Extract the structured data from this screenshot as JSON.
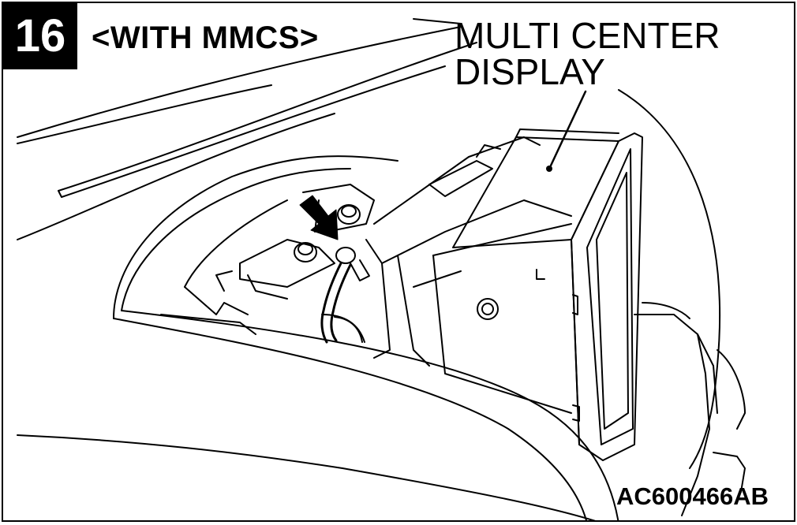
{
  "figure": {
    "step_number": "16",
    "variant": "<WITH MMCS>",
    "callout": {
      "line1": "MULTI CENTER",
      "line2": "DISPLAY"
    },
    "code": "AC600466AB"
  },
  "colors": {
    "ink": "#000000",
    "paper": "#ffffff",
    "gray": "#d8d8d8"
  },
  "icons": {
    "arrow": "removal-direction-arrow-icon",
    "bolt": "mounting-bolt-icon",
    "harness": "wiring-harness-icon"
  }
}
